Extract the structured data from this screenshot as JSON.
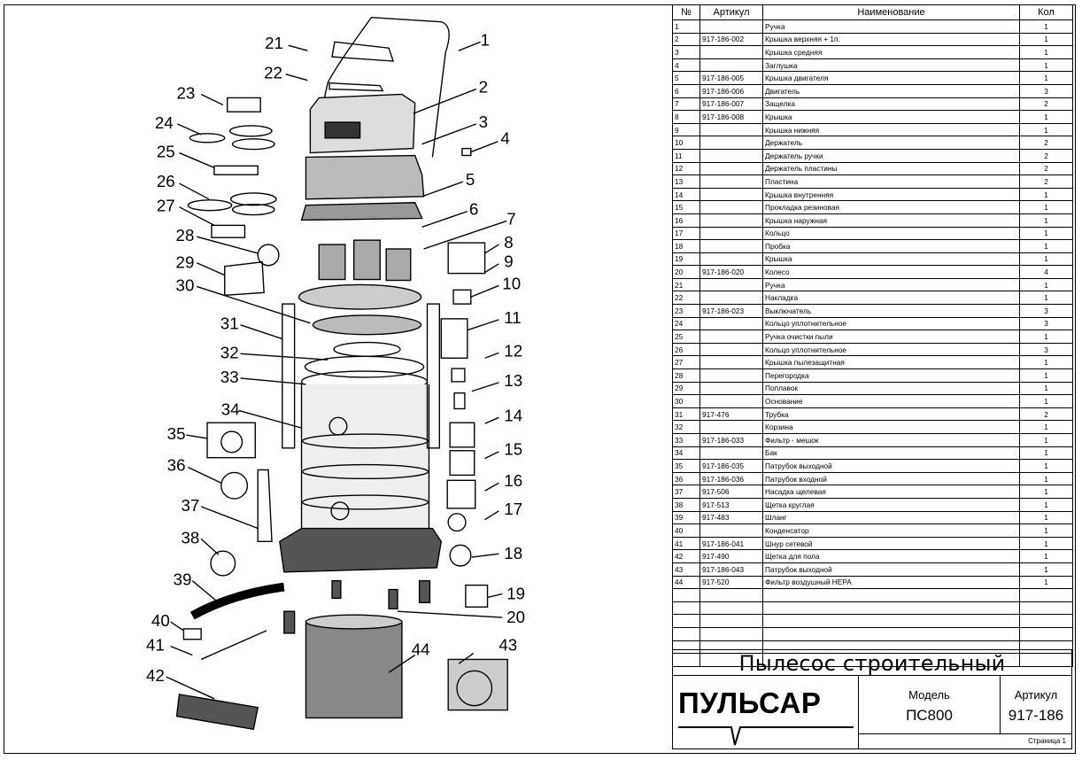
{
  "table": {
    "headers": {
      "no": "№",
      "article": "Артикул",
      "name": "Наименование",
      "qty": "Кол"
    },
    "rows": [
      {
        "no": "1",
        "article": "",
        "name": "Ручка",
        "qty": "1"
      },
      {
        "no": "2",
        "article": "917-186-002",
        "name": "Крышка верхняя + 1п.",
        "qty": "1"
      },
      {
        "no": "3",
        "article": "",
        "name": "Крышка средняя",
        "qty": "1"
      },
      {
        "no": "4",
        "article": "",
        "name": "Заглушка",
        "qty": "1"
      },
      {
        "no": "5",
        "article": "917-186-005",
        "name": "Крышка двигателя",
        "qty": "1"
      },
      {
        "no": "6",
        "article": "917-186-006",
        "name": "Двигатель",
        "qty": "3"
      },
      {
        "no": "7",
        "article": "917-186-007",
        "name": "Защелка",
        "qty": "2"
      },
      {
        "no": "8",
        "article": "917-186-008",
        "name": "Крышка",
        "qty": "1"
      },
      {
        "no": "9",
        "article": "",
        "name": "Крышка нижняя",
        "qty": "1"
      },
      {
        "no": "10",
        "article": "",
        "name": "Держатель",
        "qty": "2"
      },
      {
        "no": "11",
        "article": "",
        "name": "Держатель ручки",
        "qty": "2"
      },
      {
        "no": "12",
        "article": "",
        "name": "Держатель пластины",
        "qty": "2"
      },
      {
        "no": "13",
        "article": "",
        "name": "Пластина",
        "qty": "2"
      },
      {
        "no": "14",
        "article": "",
        "name": "Крышка внутренняя",
        "qty": "1"
      },
      {
        "no": "15",
        "article": "",
        "name": "Прокладка резиновая",
        "qty": "1"
      },
      {
        "no": "16",
        "article": "",
        "name": "Крышка наружная",
        "qty": "1"
      },
      {
        "no": "17",
        "article": "",
        "name": "Кольцо",
        "qty": "1"
      },
      {
        "no": "18",
        "article": "",
        "name": "Пробка",
        "qty": "1"
      },
      {
        "no": "19",
        "article": "",
        "name": "Крышка",
        "qty": "1"
      },
      {
        "no": "20",
        "article": "917-186-020",
        "name": "Колесо",
        "qty": "4"
      },
      {
        "no": "21",
        "article": "",
        "name": "Ручка",
        "qty": "1"
      },
      {
        "no": "22",
        "article": "",
        "name": "Накладка",
        "qty": "1"
      },
      {
        "no": "23",
        "article": "917-186-023",
        "name": "Выключатель",
        "qty": "3"
      },
      {
        "no": "24",
        "article": "",
        "name": "Кольцо уплотнительное",
        "qty": "3"
      },
      {
        "no": "25",
        "article": "",
        "name": "Ручка очистки пыли",
        "qty": "1"
      },
      {
        "no": "26",
        "article": "",
        "name": "Кольцо уплотнительное",
        "qty": "3"
      },
      {
        "no": "27",
        "article": "",
        "name": "Крышка пылезащитная",
        "qty": "1"
      },
      {
        "no": "28",
        "article": "",
        "name": "Перегородка",
        "qty": "1"
      },
      {
        "no": "29",
        "article": "",
        "name": "Поплавок",
        "qty": "1"
      },
      {
        "no": "30",
        "article": "",
        "name": "Основание",
        "qty": "1"
      },
      {
        "no": "31",
        "article": "917-476",
        "name": "Трубка",
        "qty": "2"
      },
      {
        "no": "32",
        "article": "",
        "name": "Корзина",
        "qty": "1"
      },
      {
        "no": "33",
        "article": "917-186-033",
        "name": "Фильтр - мешок",
        "qty": "1"
      },
      {
        "no": "34",
        "article": "",
        "name": "Бак",
        "qty": "1"
      },
      {
        "no": "35",
        "article": "917-186-035",
        "name": "Патрубок выходной",
        "qty": "1"
      },
      {
        "no": "36",
        "article": "917-186-036",
        "name": "Патрубок входной",
        "qty": "1"
      },
      {
        "no": "37",
        "article": "917-506",
        "name": "Насадка щелевая",
        "qty": "1"
      },
      {
        "no": "38",
        "article": "917-513",
        "name": "Щетка круглая",
        "qty": "1"
      },
      {
        "no": "39",
        "article": "917-483",
        "name": "Шланг",
        "qty": "1"
      },
      {
        "no": "40",
        "article": "",
        "name": "Конденсатор",
        "qty": "1"
      },
      {
        "no": "41",
        "article": "917-186-041",
        "name": "Шнур сетевой",
        "qty": "1"
      },
      {
        "no": "42",
        "article": "917-490",
        "name": "Щетка для пола",
        "qty": "1"
      },
      {
        "no": "43",
        "article": "917-186-043",
        "name": "Патрубок выходной",
        "qty": "1"
      },
      {
        "no": "44",
        "article": "917-520",
        "name": "Фильтр воздушный HEPA",
        "qty": "1"
      },
      {
        "no": "",
        "article": "",
        "name": "",
        "qty": ""
      },
      {
        "no": "",
        "article": "",
        "name": "",
        "qty": ""
      },
      {
        "no": "",
        "article": "",
        "name": "",
        "qty": ""
      },
      {
        "no": "",
        "article": "",
        "name": "",
        "qty": ""
      },
      {
        "no": "",
        "article": "",
        "name": "",
        "qty": ""
      },
      {
        "no": "",
        "article": "",
        "name": "",
        "qty": ""
      }
    ]
  },
  "title_block": {
    "title": "Пылесос строительный",
    "brand": "ПУЛЬСАР",
    "model_label": "Модель",
    "model_value": "ПС800",
    "article_label": "Артикул",
    "article_value": "917-186",
    "page": "Страница 1"
  },
  "diagram": {
    "callouts": [
      "1",
      "2",
      "3",
      "4",
      "5",
      "6",
      "7",
      "8",
      "9",
      "10",
      "11",
      "12",
      "13",
      "14",
      "15",
      "16",
      "17",
      "18",
      "19",
      "20",
      "21",
      "22",
      "23",
      "24",
      "25",
      "26",
      "27",
      "28",
      "29",
      "30",
      "31",
      "32",
      "33",
      "34",
      "35",
      "36",
      "37",
      "38",
      "39",
      "40",
      "41",
      "42",
      "43",
      "44"
    ]
  }
}
